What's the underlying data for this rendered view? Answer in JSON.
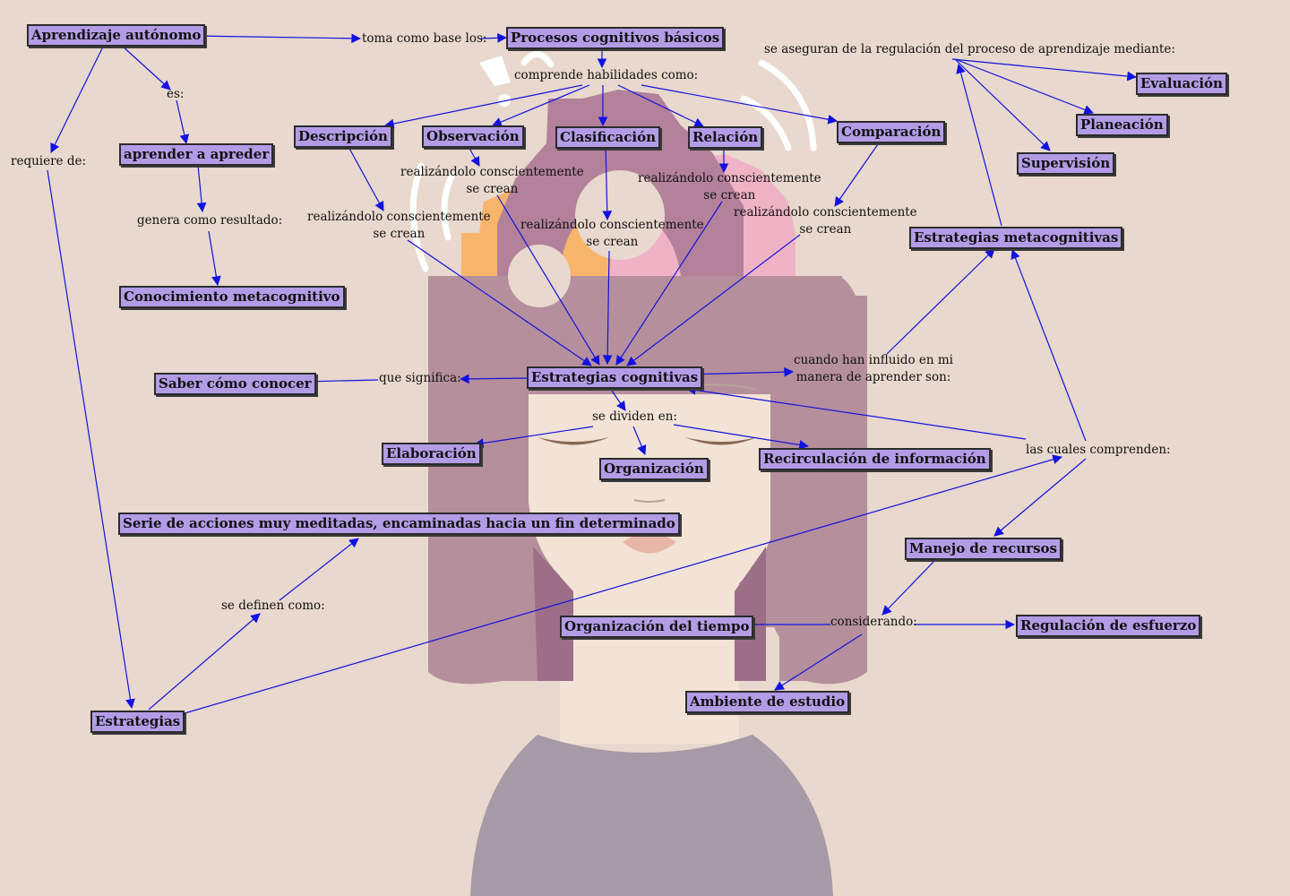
{
  "background": {
    "skin": "#f2e3d6",
    "hair": "#b58f9c",
    "hair_dark": "#9c6f86",
    "shirt": "#a59aa6",
    "gear_purple": "#b3819a",
    "gear_orange": "#f7b56c",
    "gear_pink": "#f0b3c6",
    "page": "#e8d8cd"
  },
  "style": {
    "concept_fill": "#b39ce6",
    "link_color": "#1212e0"
  },
  "concepts": {
    "aprendizaje_autonomo": "Aprendizaje autónomo",
    "procesos_cognitivos": "Procesos cognitivos básicos",
    "descripcion": "Descripción",
    "observacion": "Observación",
    "clasificacion": "Clasificación",
    "relacion": "Relación",
    "comparacion": "Comparación",
    "aprender_a_aprender": "aprender a apreder",
    "conocimiento_metacognitivo": "Conocimiento metacognitivo",
    "evaluacion": "Evaluación",
    "planeacion": "Planeación",
    "supervision": "Supervisión",
    "estrategias_metacognitivas": "Estrategias metacognitivas",
    "saber_como_conocer": "Saber cómo conocer",
    "estrategias_cognitivas": "Estrategias cognitivas",
    "elaboracion": "Elaboración",
    "organizacion": "Organización",
    "recirculacion": "Recirculación de información",
    "serie_acciones": "Serie de acciones muy meditadas, encaminadas hacia un fin determinado",
    "manejo_recursos": "Manejo de recursos",
    "organizacion_tiempo": "Organización del tiempo",
    "regulacion_esfuerzo": "Regulación de esfuerzo",
    "ambiente_estudio": "Ambiente de estudio",
    "estrategias": "Estrategias"
  },
  "phrases": {
    "toma_como_base": "toma como base los:",
    "es": "es:",
    "requiere_de": "requiere de:",
    "comprende_habilidades": "comprende habilidades como:",
    "se_aseguran": "se aseguran de la regulación del proceso de aprendizaje mediante:",
    "genera_resultado": "genera como resultado:",
    "realizandolo_1_a": "realizándolo conscientemente",
    "realizandolo_1_b": "se crean",
    "realizandolo_2_a": "realizándolo conscientemente",
    "realizandolo_2_b": "se crean",
    "realizandolo_3_a": "realizándolo conscientemente",
    "realizandolo_3_b": "se crean",
    "realizandolo_4_a": "realizándolo conscientemente",
    "realizandolo_4_b": "se crean",
    "realizandolo_5_a": "realizándolo conscientemente",
    "realizandolo_5_b": "se crean",
    "que_significa": "que significa:",
    "cuando_influido_a": "cuando han influido en mi",
    "cuando_influido_b": "manera de aprender son:",
    "se_dividen": "se dividen en:",
    "las_cuales": "las cuales comprenden:",
    "se_definen": "se definen como:",
    "considerando": "considerando:"
  }
}
